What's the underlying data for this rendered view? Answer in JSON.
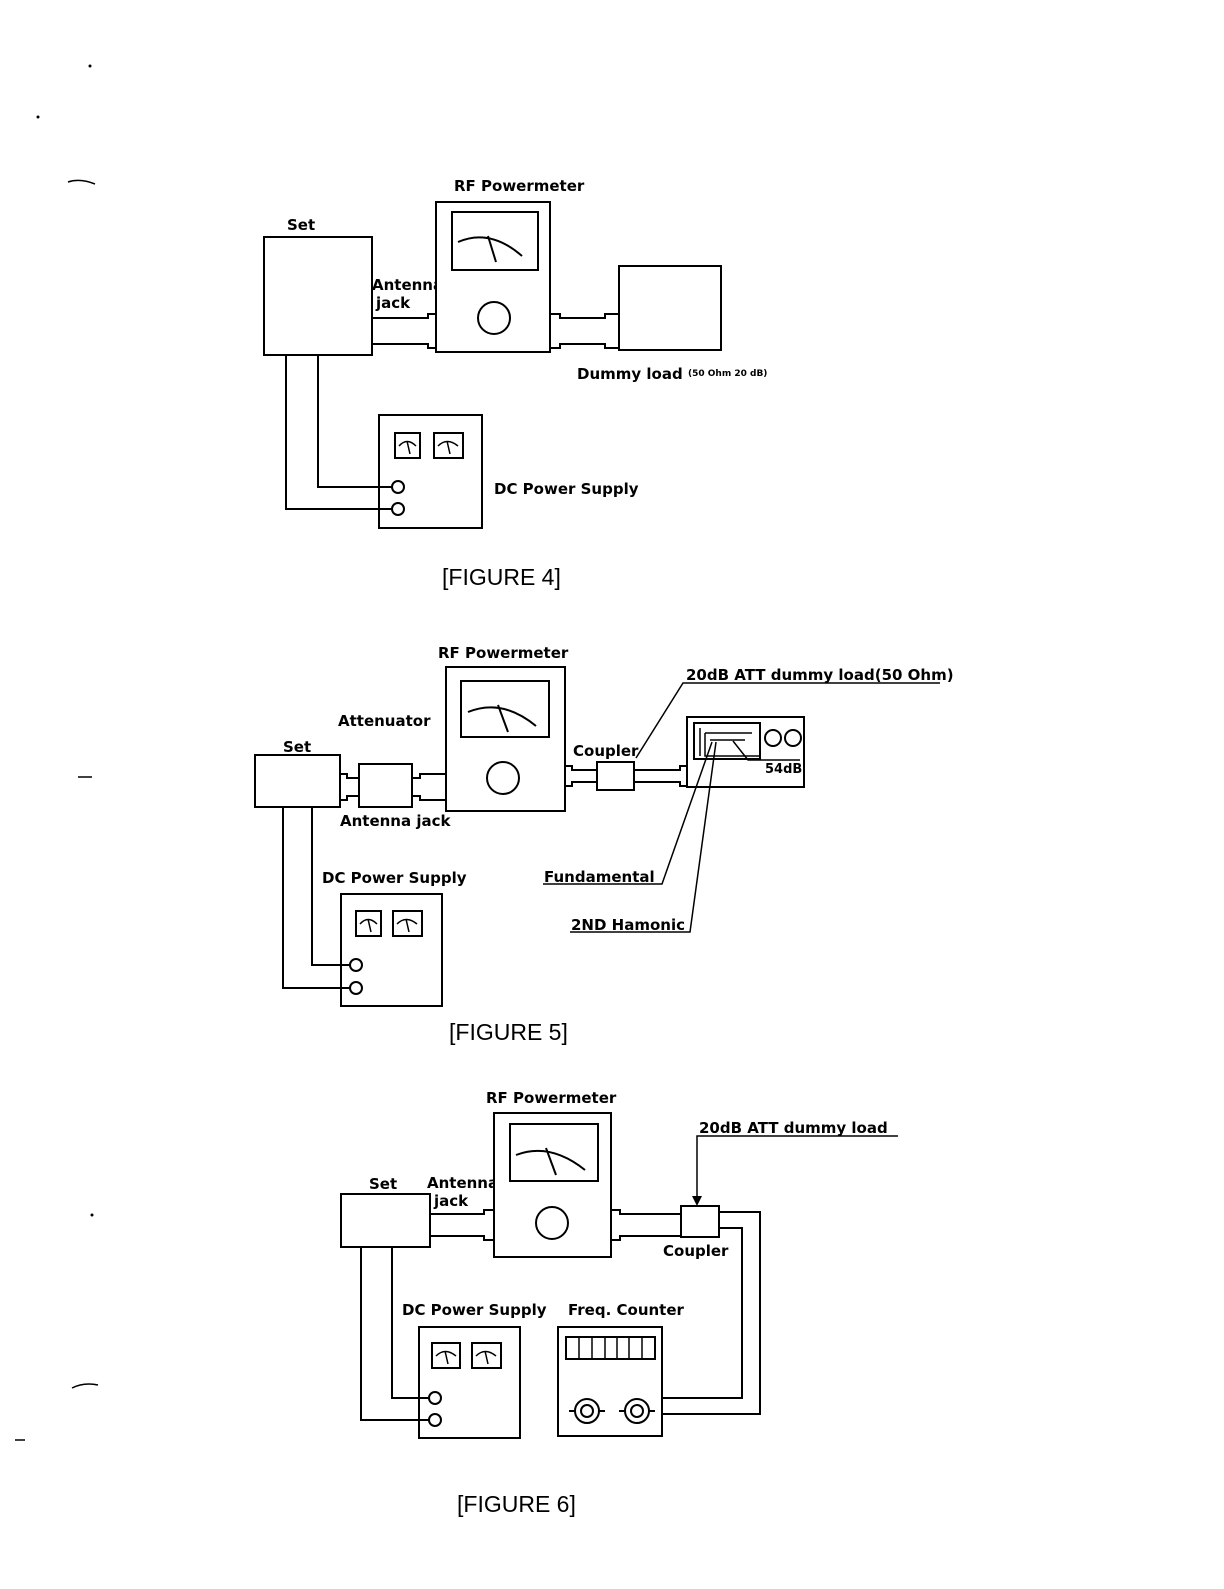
{
  "figure4": {
    "set_label": "Set",
    "powermeter_label": "RF Powermeter",
    "antenna_line1": "Antenna",
    "antenna_line2": "jack",
    "dummy_label": "Dummy load",
    "dummy_spec": "(50 Ohm 20 dB)",
    "dc_label": "DC Power Supply",
    "caption": "[FIGURE 4]"
  },
  "figure5": {
    "set_label": "Set",
    "powermeter_label": "RF Powermeter",
    "attenuator_label": "Attenuator",
    "antenna_label": "Antenna jack",
    "coupler_label": "Coupler",
    "att_dummy_label": "20dB ATT dummy load(50 Ohm)",
    "db_label": "54dB",
    "fundamental_label": "Fundamental",
    "harmonic_label": "2ND Hamonic",
    "dc_label": "DC Power Supply",
    "caption": "[FIGURE 5]"
  },
  "figure6": {
    "set_label": "Set",
    "powermeter_label": "RF Powermeter",
    "antenna_line1": "Antenna",
    "antenna_line2": "jack",
    "att_dummy_label": "20dB ATT dummy load",
    "coupler_label": "Coupler",
    "dc_label": "DC Power Supply",
    "counter_label": "Freq. Counter",
    "caption": "[FIGURE 6]"
  }
}
